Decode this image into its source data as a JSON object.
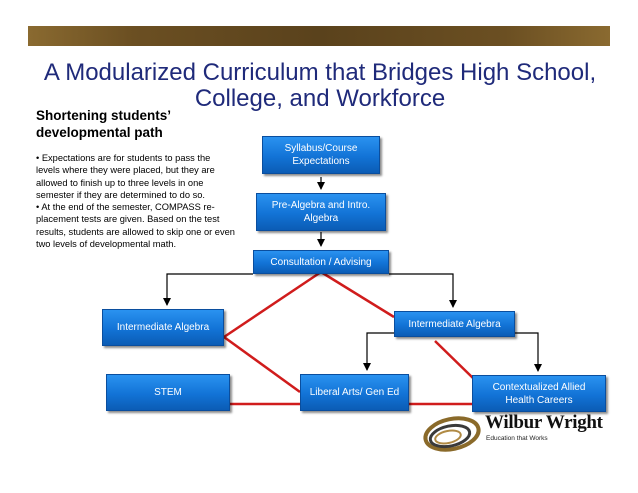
{
  "title": "A Modularized Curriculum that Bridges High School, College, and Workforce",
  "sidebar": {
    "heading": "Shortening students’ developmental path",
    "bullet_1": "• Expectations are for students to pass the levels where they were placed, but they are allowed to finish up to three levels in one semester if they are determined to do so.",
    "bullet_2": "• At the end of the semester, COMPASS re-placement tests are given. Based on the test results, students are allowed to skip one or even two levels of developmental math."
  },
  "nodes": {
    "syllabus": "Syllabus/Course Expectations",
    "prealgebra": "Pre-Algebra and Intro. Algebra",
    "consult": "Consultation / Advising",
    "inter_left": "Intermediate Algebra",
    "inter_right": "Intermediate Algebra",
    "stem": "STEM",
    "liberal": "Liberal Arts/ Gen Ed",
    "health": "Contextualized Allied Health Careers"
  },
  "logo": {
    "name": "Wilbur Wright",
    "tagline": "Education that Works"
  },
  "colors": {
    "title": "#1f2a7a",
    "box_fill": "#1273d6",
    "connector_red": "#d01c1c",
    "arrow": "#000000",
    "top_bar": "#6b4f22"
  }
}
